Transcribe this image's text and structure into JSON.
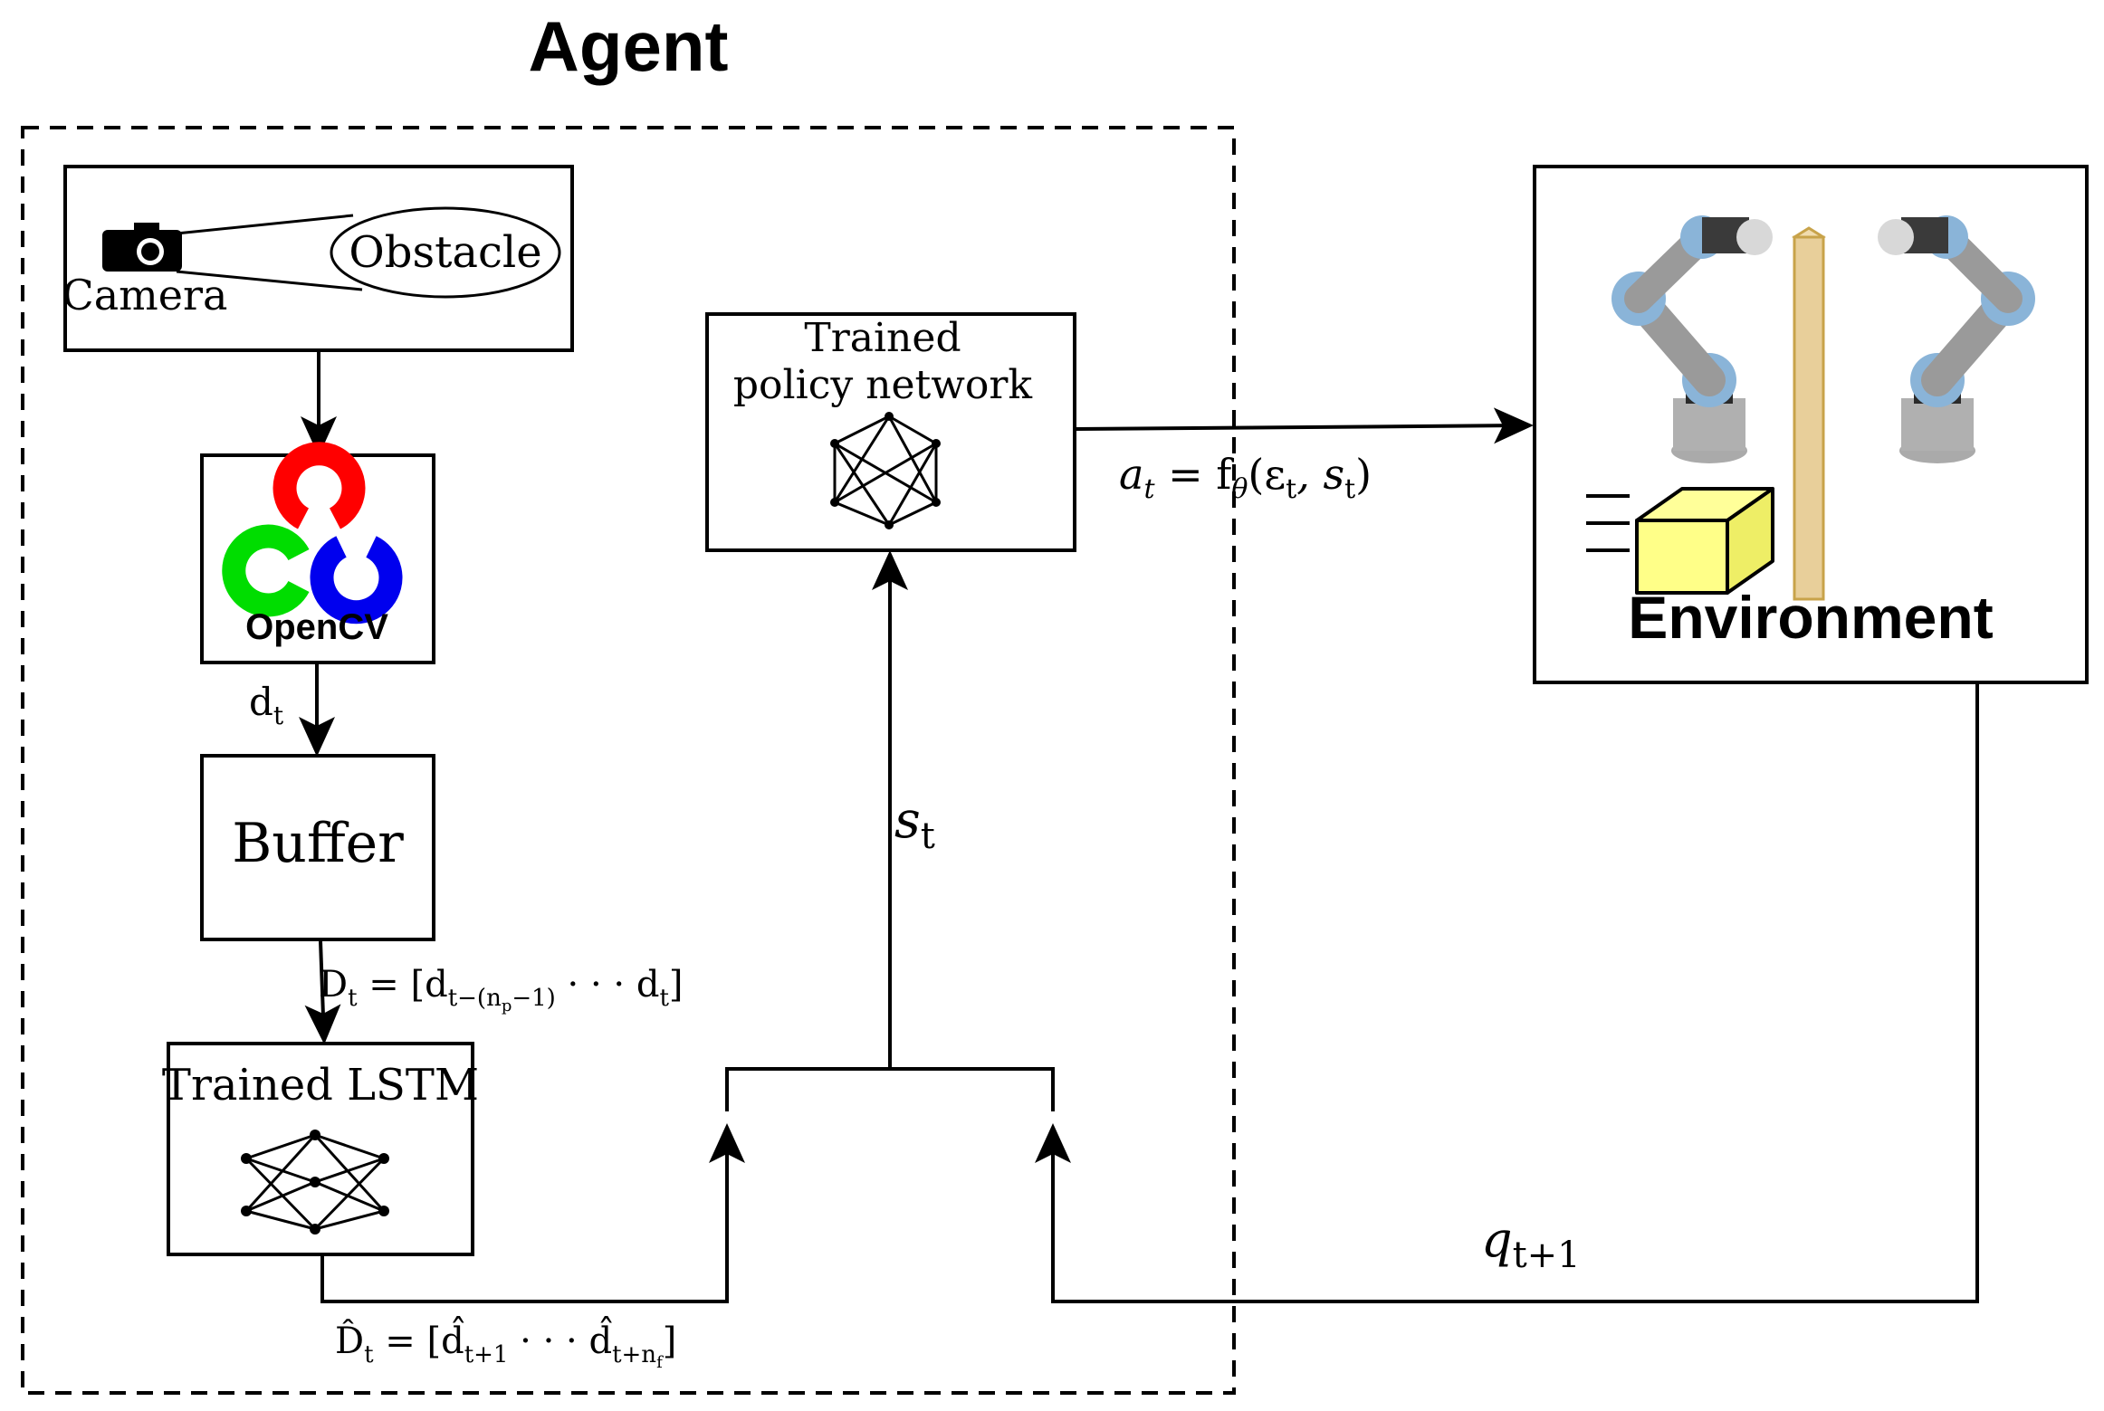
{
  "agent": {
    "title": "Agent"
  },
  "camera_block": {
    "camera_label": "Camera",
    "obstacle_label": "Obstacle"
  },
  "opencv_block": {
    "logo_text": "OpenCV"
  },
  "buffer_block": {
    "label": "Buffer"
  },
  "lstm_block": {
    "label": "Trained LSTM"
  },
  "policy_block": {
    "line1": "Trained",
    "line2": "policy network"
  },
  "environment_block": {
    "label": "Environment"
  },
  "signals": {
    "d": {
      "main": "d",
      "sub": "t"
    },
    "D": {
      "main": "D",
      "sub": "t",
      "rhs_open": " = [d",
      "rhs_sub1": "t−(n",
      "rhs_sub1b": "p",
      "rhs_sub1c": "−1)",
      "rhs_mid": " · · · d",
      "rhs_sub2": "t",
      "rhs_close": "]"
    },
    "Dhat": {
      "main": "D̂",
      "sub": "t",
      "rhs_open": " = [d̂",
      "rhs_sub1": "t+1",
      "rhs_mid": " · · · d̂",
      "rhs_sub2": "t+n",
      "rhs_sub2b": "f",
      "rhs_close": "]"
    },
    "s": {
      "main": "s",
      "sub": "t"
    },
    "a": {
      "main": "a",
      "sub": "t",
      "eq": " = f",
      "theta": "θ",
      "args_open": "(ε",
      "args_sub1": "t",
      "args_mid": ", s",
      "args_sub2": "t",
      "args_close": ")"
    },
    "q": {
      "main": "q",
      "sub": "t+1"
    }
  },
  "colors": {
    "opencv_red": "#ff0000",
    "opencv_green": "#00dd00",
    "opencv_blue": "#0000ee",
    "cube_face": "#ffff88",
    "pillar_fill": "#e8cf9a",
    "pillar_stroke": "#c8a34a",
    "robot_gray": "#9a9a9a",
    "robot_blue": "#8ab4d8"
  }
}
